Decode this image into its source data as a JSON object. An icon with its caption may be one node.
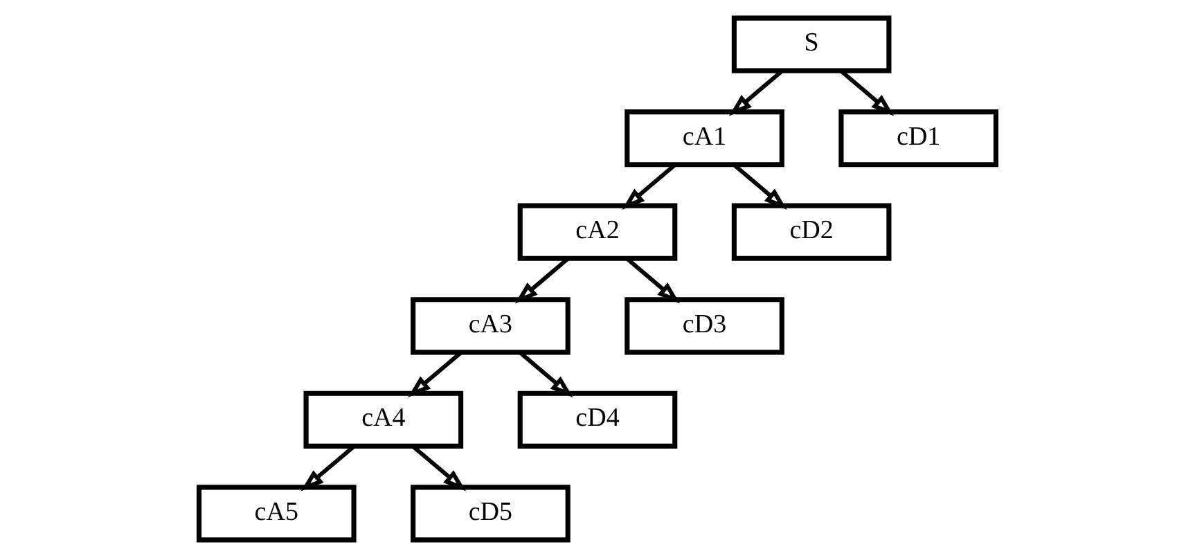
{
  "diagram": {
    "nodes": [
      {
        "text": [
          "S"
        ]
      },
      {
        "text": [
          "cA1"
        ]
      },
      {
        "text": [
          "cD1"
        ]
      },
      {
        "text": [
          "cA2"
        ]
      },
      {
        "text": [
          "cD2"
        ]
      },
      {
        "text": [
          "cA3"
        ]
      },
      {
        "text": [
          "cD3"
        ]
      },
      {
        "text": [
          "cA4"
        ]
      },
      {
        "text": [
          "cD4"
        ]
      },
      {
        "text": [
          "cA5"
        ]
      },
      {
        "text": [
          "cD5"
        ]
      }
    ],
    "edges": [
      {
        "from": 0,
        "to": 1,
        "arrow": "to"
      },
      {
        "from": 0,
        "to": 2,
        "arrow": "to"
      },
      {
        "from": 1,
        "to": 3,
        "arrow": "to"
      },
      {
        "from": 1,
        "to": 4,
        "arrow": "to"
      },
      {
        "from": 3,
        "to": 5,
        "arrow": "to"
      },
      {
        "from": 3,
        "to": 6,
        "arrow": "to"
      },
      {
        "from": 5,
        "to": 7,
        "arrow": "to"
      },
      {
        "from": 5,
        "to": 8,
        "arrow": "to"
      },
      {
        "from": 7,
        "to": 9,
        "arrow": "to"
      },
      {
        "from": 7,
        "to": 10,
        "arrow": "to"
      }
    ]
  }
}
